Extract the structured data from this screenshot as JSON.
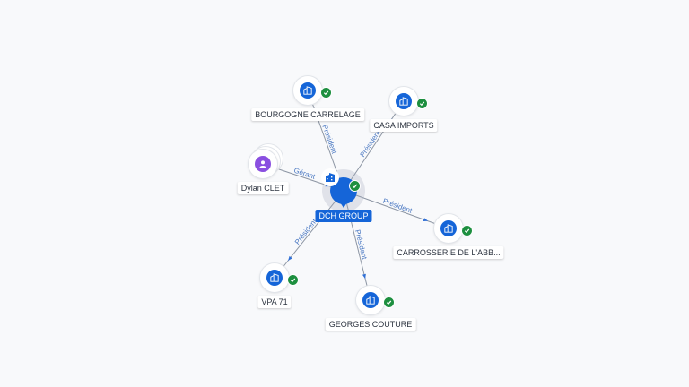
{
  "colors": {
    "company": "#1565d8",
    "person": "#8a4fe0",
    "verified": "#1d8f3f",
    "edge_label": "#4a78c2",
    "background": "#f8f9fb"
  },
  "center": {
    "label": "DCH GROUP",
    "icon": "building-icon",
    "verified": true
  },
  "nodes": [
    {
      "id": "bourgogne",
      "label": "BOURGOGNE CARRELAGE",
      "icon": "building-icon",
      "verified": true
    },
    {
      "id": "casa",
      "label": "CASA IMPORTS",
      "icon": "building-icon",
      "verified": true
    },
    {
      "id": "dylan",
      "label": "Dylan CLET",
      "icon": "person-icon",
      "verified": false
    },
    {
      "id": "carrosserie",
      "label": "CARROSSERIE DE L'ABB...",
      "icon": "building-icon",
      "verified": true
    },
    {
      "id": "vpa",
      "label": "VPA 71",
      "icon": "building-icon",
      "verified": true
    },
    {
      "id": "georges",
      "label": "GEORGES COUTURE",
      "icon": "building-icon",
      "verified": true
    }
  ],
  "edges": [
    {
      "to": "bourgogne",
      "label": "Président"
    },
    {
      "to": "casa",
      "label": "Président"
    },
    {
      "to": "dylan",
      "label": "Gérant"
    },
    {
      "to": "carrosserie",
      "label": "Président"
    },
    {
      "to": "vpa",
      "label": "Président"
    },
    {
      "to": "georges",
      "label": "Président"
    }
  ]
}
